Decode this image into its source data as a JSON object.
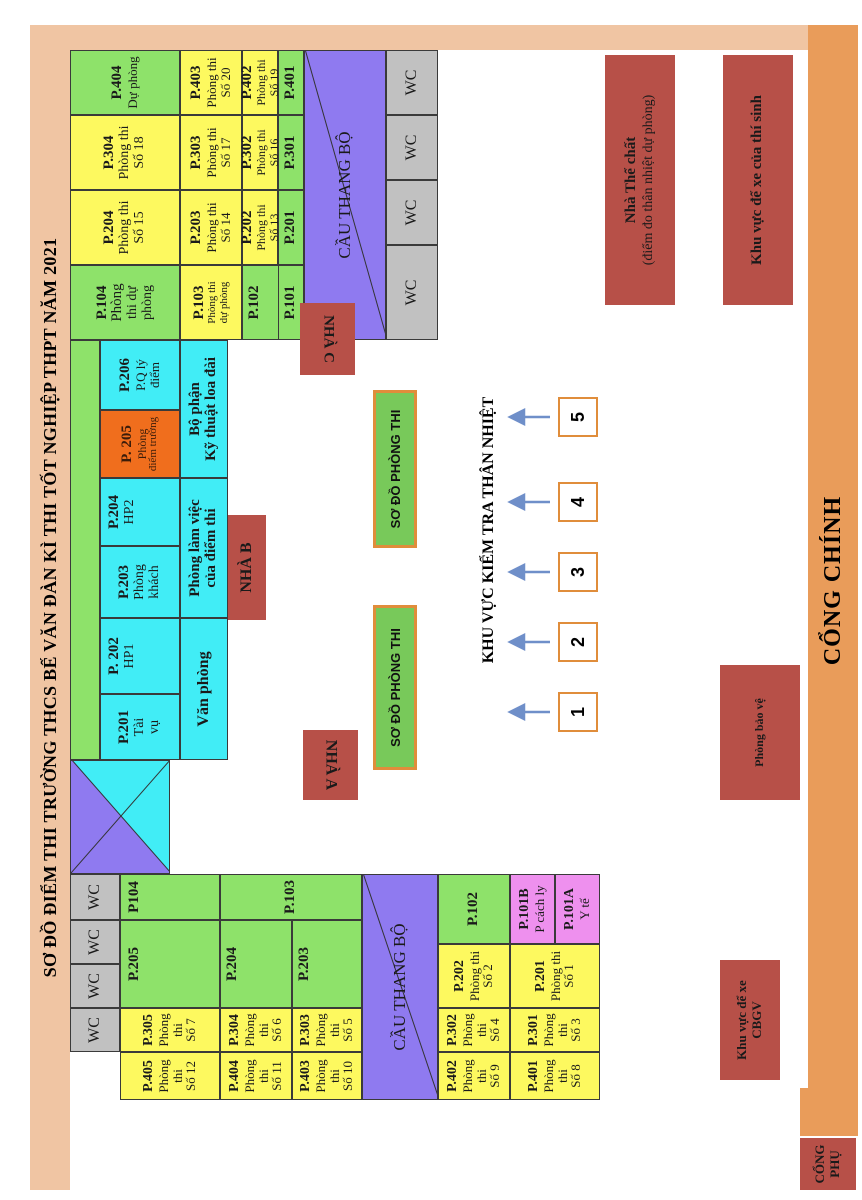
{
  "title": "SƠ ĐỒ ĐIỂM THI TRƯỜNG THCS BẾ VĂN ĐÀN KÌ THI TỐT NGHIỆP THPT NĂM 2021",
  "labels": {
    "nha_a": "NHÀ A",
    "nha_b": "NHÀ B",
    "nha_c": "NHÀ C",
    "stair": "CẦU THANG BỘ",
    "so_do": "SƠ ĐỒ PHÒNG THI",
    "check": "KHU VỰC KIỂM TRA THÂN NHIỆT",
    "cong_chinh": "CỔNG CHÍNH",
    "cong_phu": "CỔNG PHỤ",
    "bao_ve": "Phòng bảo vệ",
    "xe_cbgv": "Khu vực để xe CBGV",
    "xe_ts": "Khu vực để xe của thí sinh",
    "the_chat_1": "Nhà Thể chất",
    "the_chat_2": "(điểm đo thân nhiệt dự phòng)",
    "wc": "WC"
  },
  "check_points": [
    "1",
    "2",
    "3",
    "4",
    "5"
  ],
  "rooms": {
    "a405": [
      "P.405",
      "Phòng thi",
      "Số 12"
    ],
    "a305": [
      "P.305",
      "Phòng thi",
      "Số 7"
    ],
    "a205": [
      "P.205"
    ],
    "a104": [
      "P104"
    ],
    "a404": [
      "P.404",
      "Phòng thi",
      "Số 11"
    ],
    "a403": [
      "P.403",
      "Phòng thi",
      "Số 10"
    ],
    "a304": [
      "P.304",
      "Phòng thi",
      "Số 6"
    ],
    "a303": [
      "P.303",
      "Phòng thi",
      "Số 5"
    ],
    "a204": [
      "P.204"
    ],
    "a203": [
      "P.203"
    ],
    "a103": [
      "P.103"
    ],
    "a402": [
      "P.402",
      "Phòng thi",
      "Số 9"
    ],
    "a401": [
      "P.401",
      "Phòng thi",
      "Số 8"
    ],
    "a302": [
      "P.302",
      "Phòng thi",
      "Số 4"
    ],
    "a301": [
      "P.301",
      "Phòng thi",
      "Số 3"
    ],
    "a202": [
      "P.202",
      "Phòng thi",
      "Số 2"
    ],
    "a201": [
      "P.201",
      "Phòng thi",
      "Số 1"
    ],
    "a102": [
      "P.102"
    ],
    "a101b": [
      "P.101B",
      "P cách ly"
    ],
    "a101a": [
      "P.101A",
      "Y tế"
    ],
    "b201": [
      "P.201",
      "Tài",
      "vụ"
    ],
    "b202": [
      "P. 202",
      "HP1"
    ],
    "b203": [
      "P.203",
      "Phòng",
      "khách"
    ],
    "b204": [
      "P.204",
      "HP2"
    ],
    "b205": [
      "P. 205",
      "Phòng",
      "điểm trường"
    ],
    "b206": [
      "P.206",
      "P.Q lý",
      "điểm"
    ],
    "b_vp": [
      "Văn phòng"
    ],
    "b_plv": [
      "Phòng làm việc",
      "của điểm thi"
    ],
    "b_kt": [
      "Bộ phận",
      "Kỹ thuật loa đài"
    ],
    "c104": [
      "P.104",
      "Phòng",
      "thi dự",
      "phòng"
    ],
    "c204": [
      "P.204",
      "Phòng thi",
      "Số 15"
    ],
    "c304": [
      "P.304",
      "Phòng thi",
      "Số 18"
    ],
    "c404": [
      "P.404",
      "Dự phòng"
    ],
    "c103": [
      "P.103",
      "Phòng thi",
      "dự phòng"
    ],
    "c203": [
      "P.203",
      "Phòng thi",
      "Số 14"
    ],
    "c303": [
      "P.303",
      "Phòng thi",
      "Số 17"
    ],
    "c403": [
      "P.403",
      "Phòng thi",
      "Số 20"
    ],
    "c102": [
      "P.102"
    ],
    "c202": [
      "P.202",
      "Phòng thi",
      "Số 13"
    ],
    "c302": [
      "P.302",
      "Phòng thi",
      "Số 16"
    ],
    "c402": [
      "P.402",
      "Phòng thi",
      "Số 19"
    ],
    "c101": [
      "P.101"
    ],
    "c201": [
      "P.201"
    ],
    "c301": [
      "P.301"
    ],
    "c401": [
      "P.401"
    ]
  }
}
